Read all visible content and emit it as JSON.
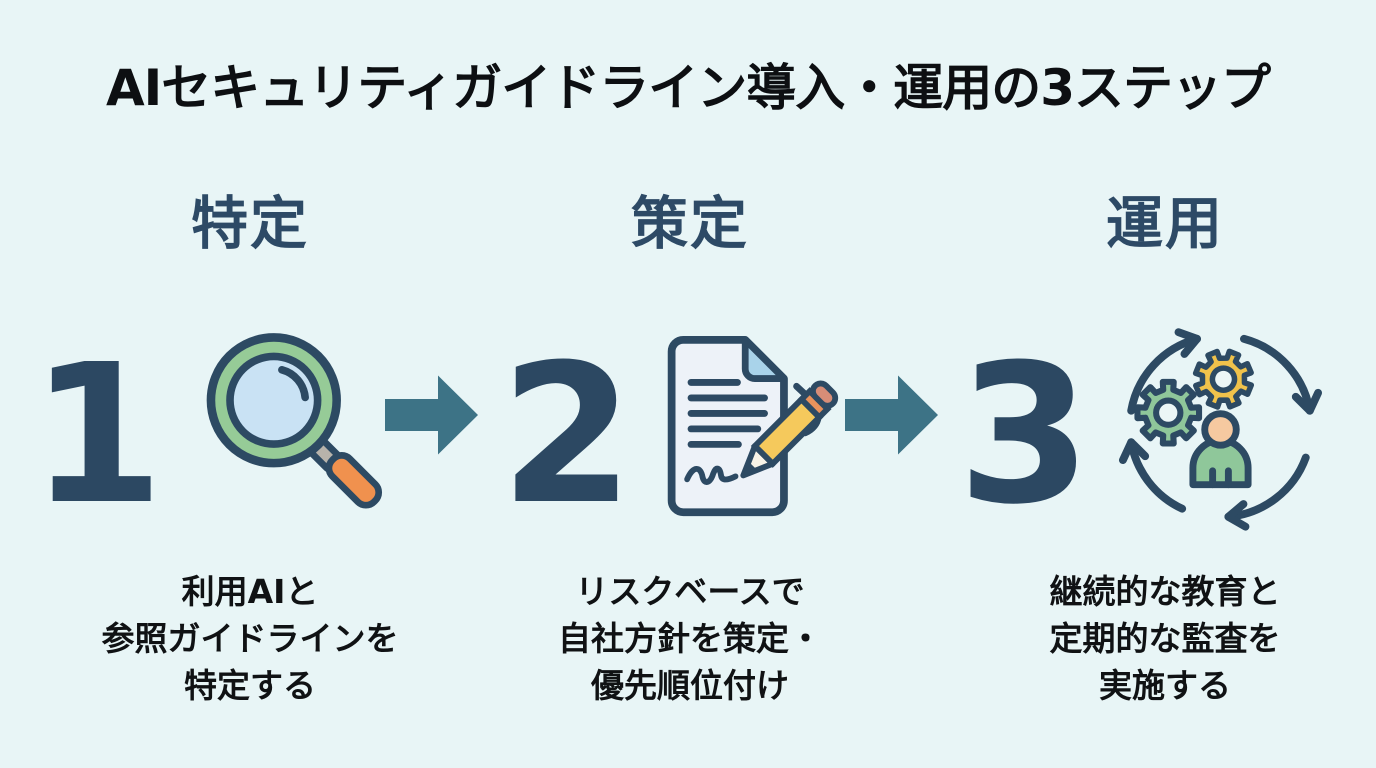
{
  "title": "AIセキュリティガイドライン導入・運用の3ステップ",
  "colors": {
    "background": "#e8f5f6",
    "heading_navy": "#2d4a66",
    "number_navy": "#2c4862",
    "arrow_teal": "#3d7386",
    "icon_outline_navy": "#2d4a63",
    "icon_green": "#8fc79a",
    "icon_yellow": "#f0c24b",
    "icon_orange": "#f0914e",
    "icon_light_blue": "#c9e2f4",
    "paper_white": "#edf2f8",
    "skin_peach": "#f6c9a0",
    "text_black": "#101214"
  },
  "steps": [
    {
      "number": "1",
      "header": "特定",
      "icon": "magnifier-search-icon",
      "description": "利用AIと\n参照ガイドラインを\n特定する"
    },
    {
      "number": "2",
      "header": "策定",
      "icon": "document-pen-icon",
      "description": "リスクベースで\n自社方針を策定・\n優先順位付け"
    },
    {
      "number": "3",
      "header": "運用",
      "icon": "cycle-gears-person-icon",
      "description": "継続的な教育と\n定期的な監査を\n実施する"
    }
  ],
  "arrows": [
    {
      "name": "arrow-step1-to-step2"
    },
    {
      "name": "arrow-step2-to-step3"
    }
  ]
}
